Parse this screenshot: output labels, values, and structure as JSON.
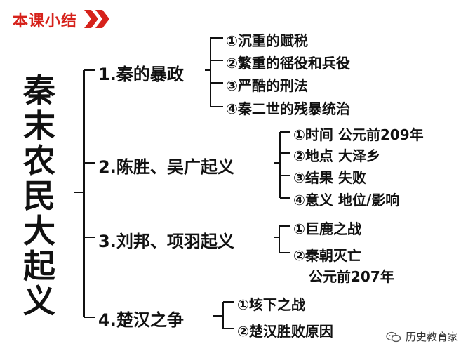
{
  "header": {
    "title": "本课小结"
  },
  "main_topic": "秦末农民大起义",
  "sections": [
    {
      "label": "1.秦的暴政",
      "items": [
        "①沉重的赋税",
        "②繁重的徭役和兵役",
        "③严酷的刑法",
        "④秦二世的残暴统治"
      ]
    },
    {
      "label": "2.陈胜、吴广起义",
      "items": [
        "①时间  公元前209年",
        "②地点  大泽乡",
        "③结果  失败",
        "④意义  地位/影响"
      ]
    },
    {
      "label": "3.刘邦、项羽起义",
      "items": [
        "①巨鹿之战",
        "②秦朝灭亡",
        "公元前207年"
      ]
    },
    {
      "label": "4.楚汉之争",
      "items": [
        "①垓下之战",
        "②楚汉胜败原因"
      ]
    }
  ],
  "watermark": {
    "text": "历史教育家",
    "icon": "wechat-icon"
  },
  "colors": {
    "accent": "#d6221b"
  }
}
